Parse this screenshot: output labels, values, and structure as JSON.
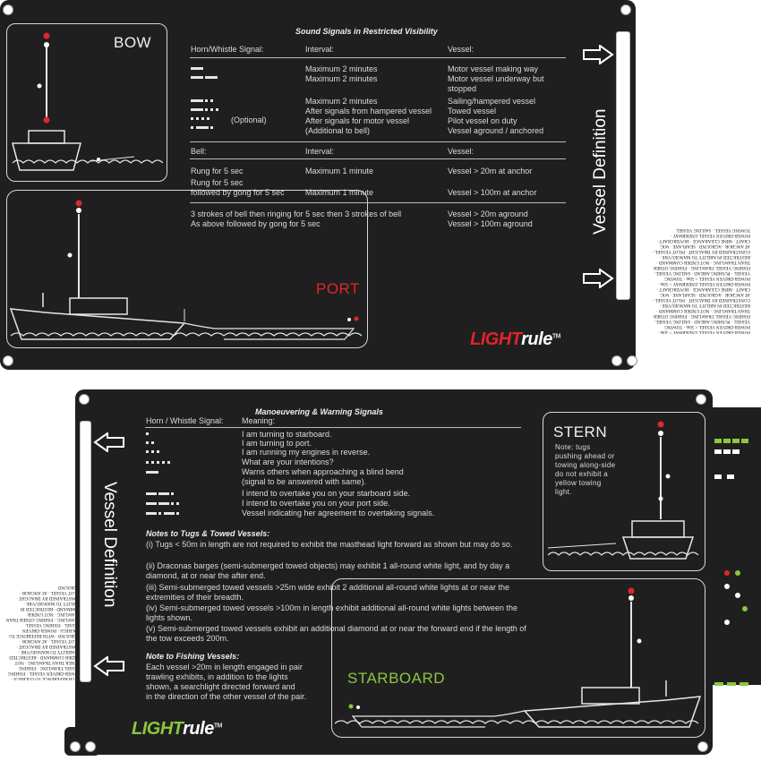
{
  "brand": {
    "logo_light": "LIGHT",
    "logo_rule": "rule",
    "logo_tm": "TM",
    "red": "#e0252b",
    "green": "#8dc63f",
    "panel": "#1f1f1f"
  },
  "top_panel": {
    "bow_label": "BOW",
    "port_label": "PORT",
    "vessel_definition": "Vessel Definition",
    "sound_signals": {
      "title": "Sound Signals in Restricted Visibility",
      "headers": [
        "Horn/Whistle Signal:",
        "Interval:",
        "Vessel:"
      ],
      "optional": "(Optional)",
      "rows_interval": [
        "Maximum 2 minutes",
        "Maximum 2 minutes",
        "Maximum 2 minutes",
        "After signals from hampered vessel",
        "After signals for motor vessel",
        "(Additional to bell)"
      ],
      "rows_vessel": [
        "Motor vessel making way",
        "Motor vessel underway but",
        "stopped",
        "Sailing/hampered vessel",
        "Towed vessel",
        "Pilot vessel on duty",
        "Vessel aground / anchored"
      ],
      "bell_headers": [
        "Bell:",
        "Interval:",
        "Vessel:"
      ],
      "bell_rows": [
        {
          "a": "Rung for 5 sec",
          "b": "Maximum 1 minute",
          "c": "Vessel > 20m at anchor"
        },
        {
          "a": "Rung for 5 sec",
          "b": "",
          "c": ""
        },
        {
          "a": "followed by gong for 5 sec",
          "b": "Maximum 1 minute",
          "c": "Vessel > 100m at anchor"
        }
      ],
      "strike_rows": [
        {
          "a": "3 strokes of bell then ringing for 5 sec then 3 strokes of bell",
          "c": "Vessel > 20m aground"
        },
        {
          "a": "As above followed by gong for 5 sec",
          "c": "Vessel > 100m aground"
        }
      ]
    }
  },
  "bottom_panel": {
    "stern_label": "STERN",
    "stern_note": [
      "Note: tugs",
      "pushing ahead or",
      "towing along-side",
      "do not exhibit a",
      "yellow towing",
      "light."
    ],
    "starboard_label": "STARBOARD",
    "vessel_definition": "Vessel Definition",
    "maneuvering": {
      "title": "Manoeuvering & Warning Signals",
      "headers": [
        "Horn / Whistle Signal:",
        "Meaning:"
      ],
      "meanings": [
        "I am turning to starboard.",
        "I am turning to port.",
        "I am running my engines in reverse.",
        "What are your intentions?",
        "Warns others when approaching a blind bend",
        "(signal to be answered with same).",
        "I intend to overtake you on your starboard side.",
        "I intend to overtake you on your port side.",
        "Vessel indicating her agreement to overtaking signals."
      ]
    },
    "tugs": {
      "title": "Notes to Tugs & Towed Vessels:",
      "items": [
        "(i) Tugs < 50m in length are not required to exhibit the masthead light forward as shown but may do so.",
        "(ii) Draconas barges (semi-submerged towed objects) may exhibit 1 all-round white light, and by day a diamond, at or near the after end.",
        "(iii) Semi-submerged towed vessels >25m wide exhibit 2 additional all-round white lights at or near the extremities of their breadth.",
        "(iv) Semi-submerged towed vessels >100m in length exhibit additional all-round white lights between the lights shown.",
        "(v) Semi-submerged towed vessels exhibit an additional diamond at or near the forward end if the length of the tow exceeds 200m."
      ]
    },
    "fishing": {
      "title": "Note to Fishing Vessels:",
      "lines": [
        "Each vessel >20m in length engaged in pair",
        "trawling exhibits, in addition to the lights",
        "shown, a searchlight directed forward and",
        "in the direction of the other vessel of the pair."
      ]
    }
  }
}
